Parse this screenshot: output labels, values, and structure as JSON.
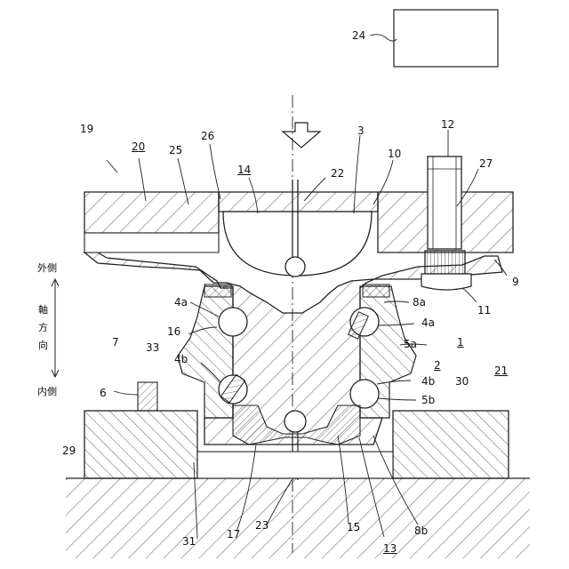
{
  "labels": {
    "l24": "24",
    "l19": "19",
    "l20": "20",
    "l25": "25",
    "l26": "26",
    "l14": "14",
    "l22": "22",
    "l3": "3",
    "l10": "10",
    "l12": "12",
    "l27": "27",
    "l9": "9",
    "l11": "11",
    "l8a": "8a",
    "l4a_left": "4a",
    "l4a_right": "4a",
    "l16": "16",
    "l5a": "5a",
    "l1": "1",
    "l7": "7",
    "l33": "33",
    "l4b_left": "4b",
    "l2": "2",
    "l21": "21",
    "l6": "6",
    "l4b_right": "4b",
    "l30": "30",
    "l5b": "5b",
    "l29": "29",
    "l31": "31",
    "l17": "17",
    "l23": "23",
    "l15": "15",
    "l13": "13",
    "l8b": "8b"
  },
  "axis_text": {
    "outer": "外側",
    "axial_1": "軸",
    "axial_2": "方",
    "axial_3": "向",
    "inner": "内側"
  }
}
